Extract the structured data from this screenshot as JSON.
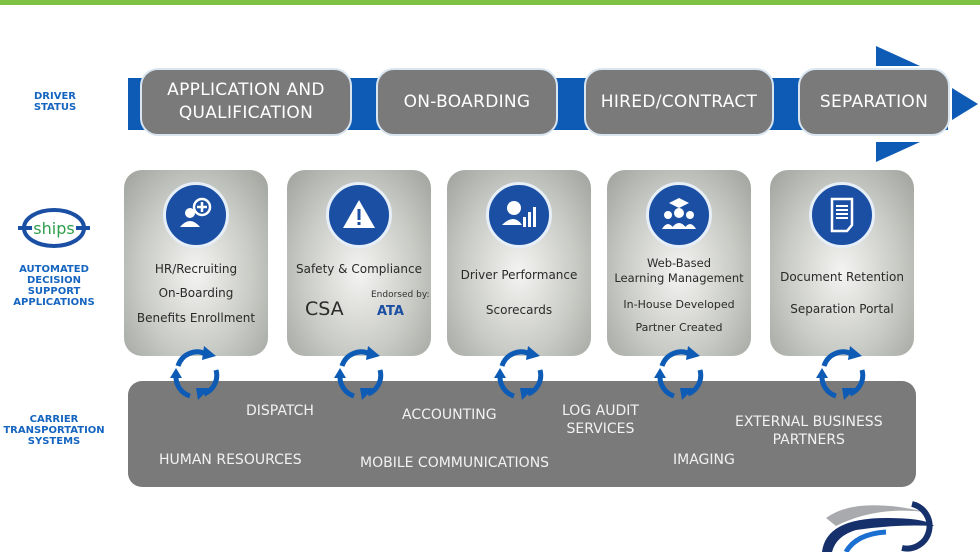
{
  "colors": {
    "accent_blue": "#0d5bb5",
    "stage_gray": "#7a7a7a",
    "label_blue": "#1565c0",
    "top_bar_green": "#7dc242"
  },
  "row_labels": {
    "driver_status": [
      "DRIVER",
      "STATUS"
    ],
    "applications": [
      "AUTOMATED",
      "DECISION",
      "SUPPORT",
      "APPLICATIONS"
    ],
    "systems": [
      "CARRIER",
      "TRANSPORTATION",
      "SYSTEMS"
    ]
  },
  "logo": {
    "text": "ships"
  },
  "stages": [
    {
      "lines": [
        "APPLICATION AND",
        "QUALIFICATION"
      ]
    },
    {
      "lines": [
        "ON-BOARDING"
      ]
    },
    {
      "lines": [
        "HIRED/CONTRACT"
      ]
    },
    {
      "lines": [
        "SEPARATION"
      ]
    }
  ],
  "cards": [
    {
      "icon": "add-user-icon",
      "lines": [
        "HR/Recruiting",
        "On-Boarding",
        "Benefits Enrollment"
      ]
    },
    {
      "icon": "warning-icon",
      "lines": [
        "Safety & Compliance"
      ],
      "csa": "CSA",
      "endorsed": "Endorsed by:",
      "ata": "ATA"
    },
    {
      "icon": "driver-performance-icon",
      "lines": [
        "Driver Performance",
        "Scorecards"
      ]
    },
    {
      "icon": "graduation-group-icon",
      "lines": [
        "Web-Based",
        "Learning Management",
        "In-House Developed",
        "Partner Created"
      ]
    },
    {
      "icon": "document-icon",
      "lines": [
        "Document Retention",
        "Separation Portal"
      ]
    }
  ],
  "systems": {
    "dispatch": "DISPATCH",
    "accounting": "ACCOUNTING",
    "log_audit": [
      "LOG AUDIT",
      "SERVICES"
    ],
    "external": [
      "EXTERNAL BUSINESS",
      "PARTNERS"
    ],
    "human_resources": "HUMAN RESOURCES",
    "mobile": "MOBILE COMMUNICATIONS",
    "imaging": "IMAGING"
  }
}
